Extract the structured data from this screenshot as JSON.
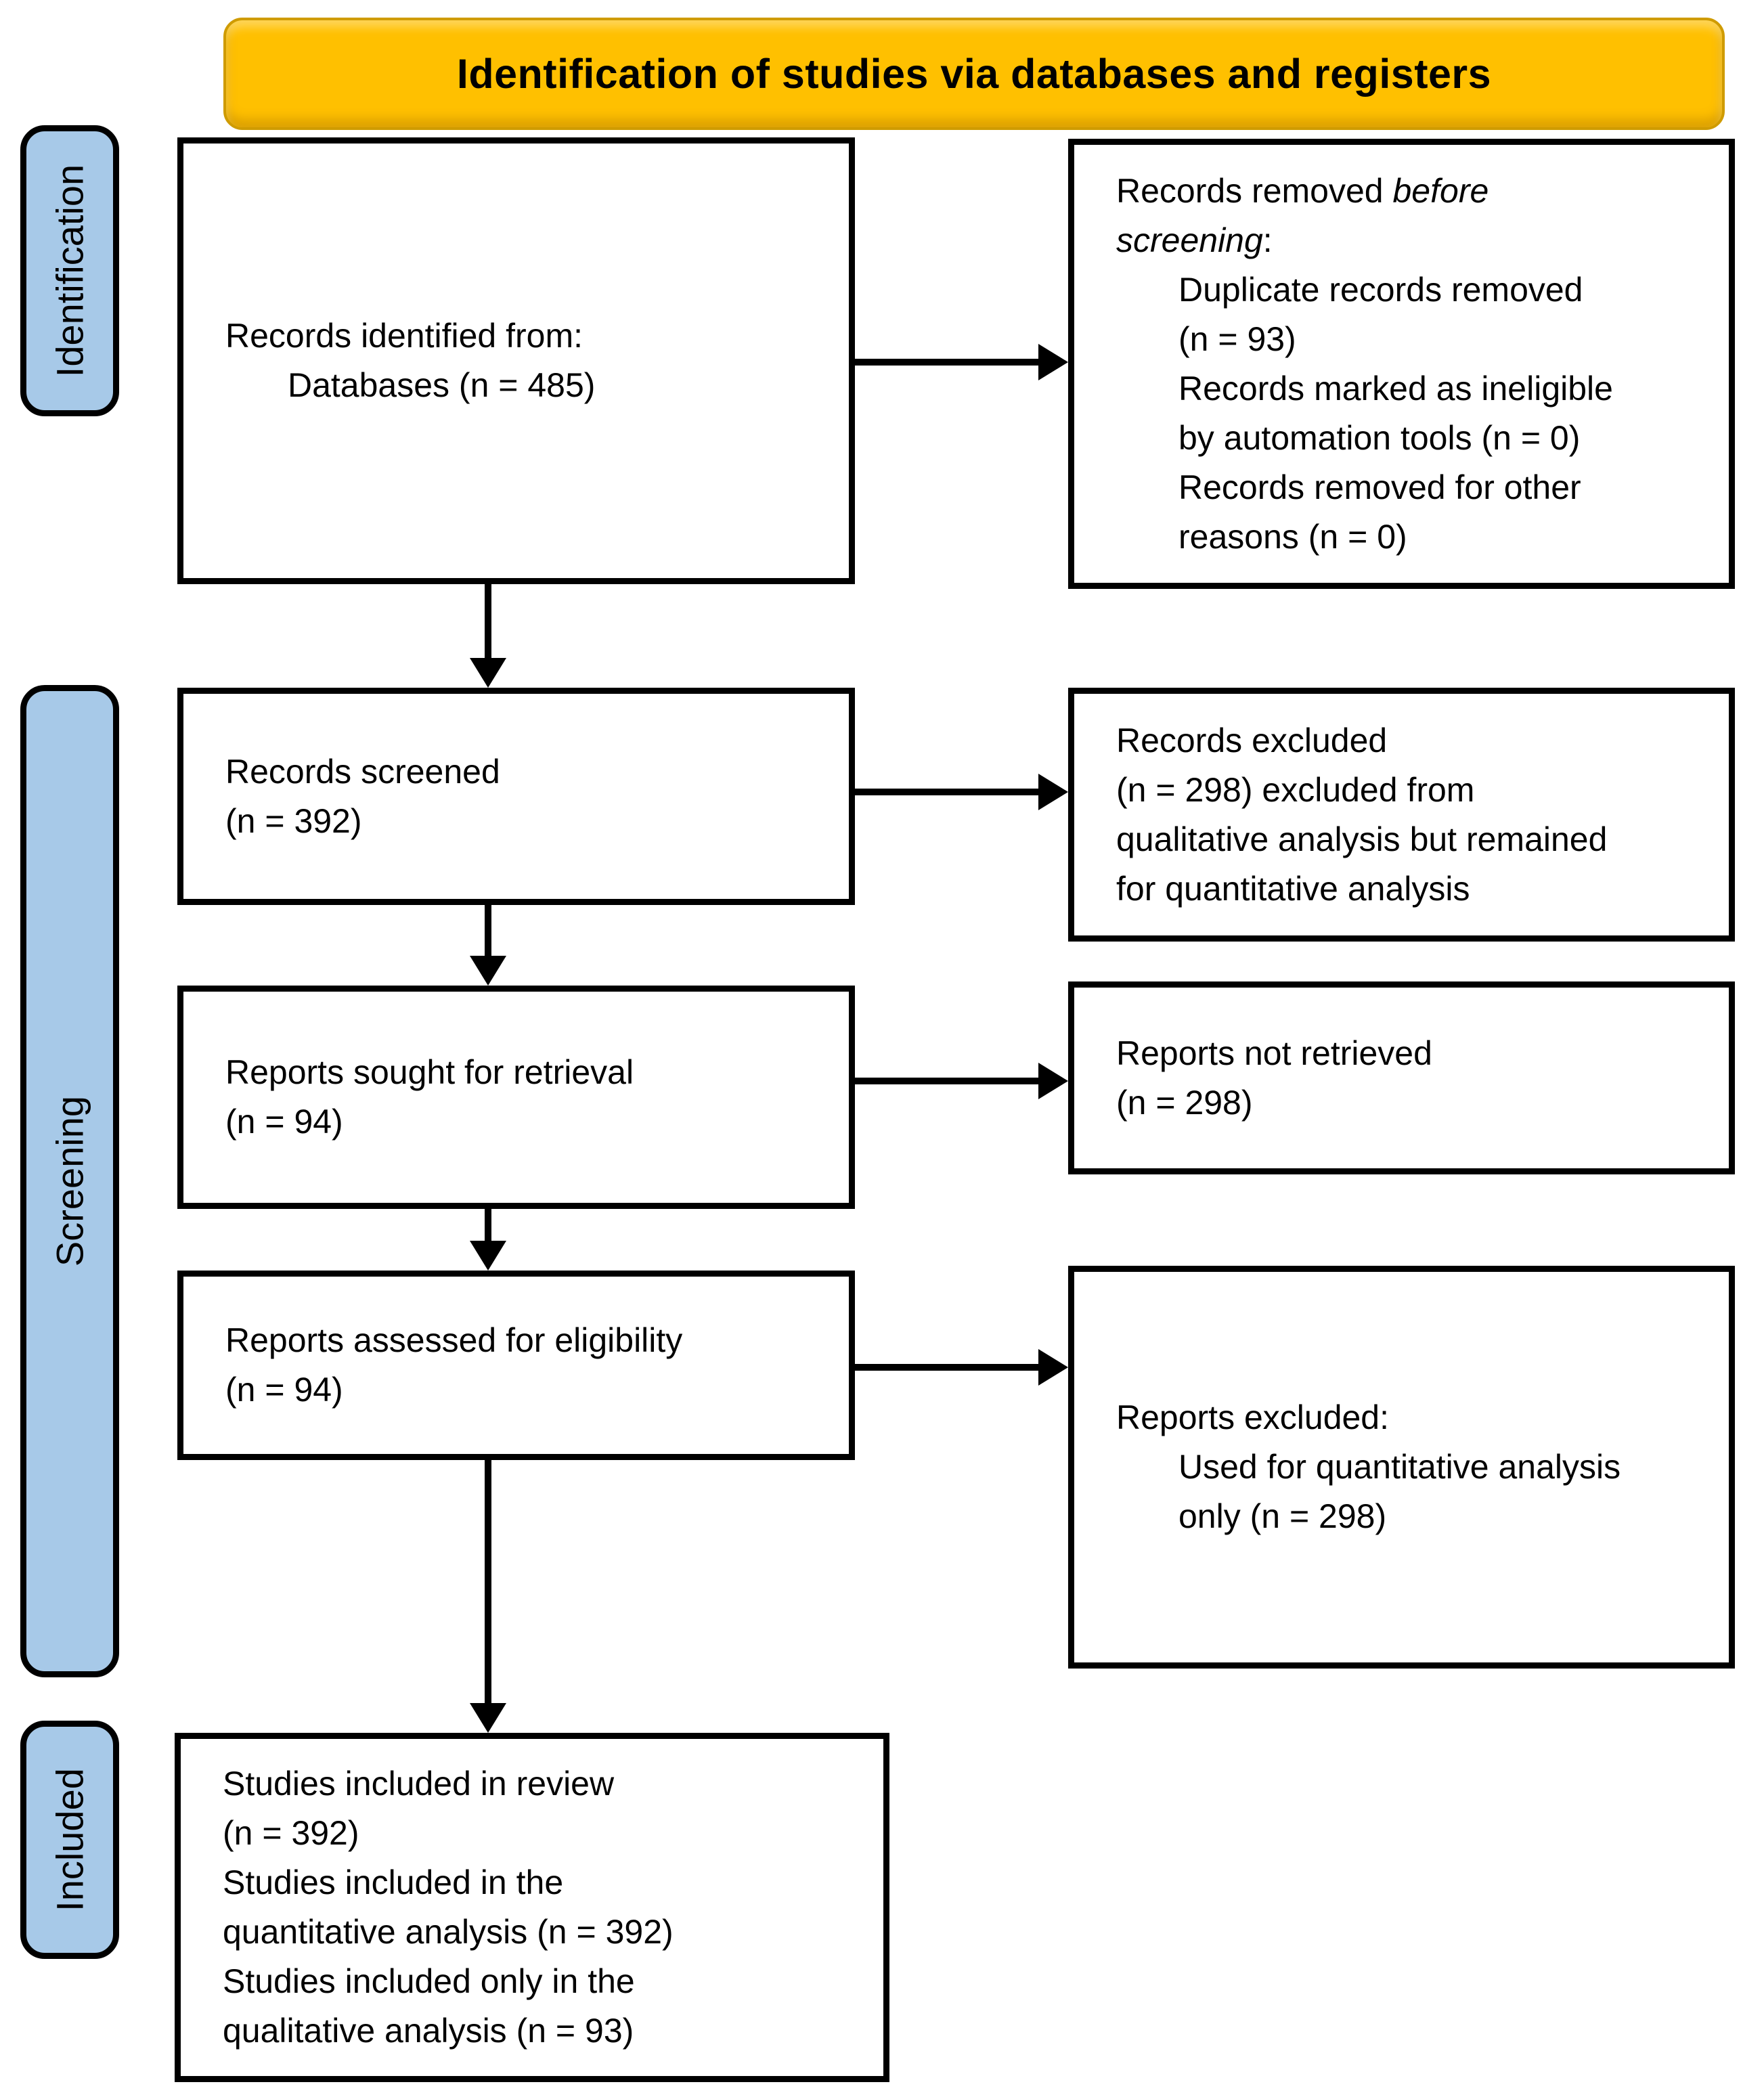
{
  "header": {
    "title": "Identification of studies via databases and registers"
  },
  "stages": [
    {
      "label": "Identification"
    },
    {
      "label": "Screening"
    },
    {
      "label": "Included"
    }
  ],
  "boxes": {
    "records_identified": {
      "lines": [
        {
          "t": "Records identified from:"
        },
        {
          "t": "Databases (n = 485)",
          "indent": true
        }
      ]
    },
    "records_removed": {
      "lines": [
        {
          "parts": [
            {
              "t": "Records removed "
            },
            {
              "t": "before",
              "i": true
            }
          ]
        },
        {
          "parts": [
            {
              "t": "screening",
              "i": true
            },
            {
              "t": ":"
            }
          ]
        },
        {
          "t": "Duplicate records removed",
          "indent": true
        },
        {
          "t": "(n = 93)",
          "indent": true
        },
        {
          "t": "Records marked as ineligible",
          "indent": true
        },
        {
          "t": "by automation tools (n = 0)",
          "indent": true
        },
        {
          "t": "Records removed for other",
          "indent": true
        },
        {
          "t": "reasons (n = 0)",
          "indent": true
        }
      ]
    },
    "records_screened": {
      "lines": [
        {
          "t": "Records screened"
        },
        {
          "t": "(n = 392)"
        }
      ]
    },
    "records_excluded": {
      "lines": [
        {
          "t": "Records excluded"
        },
        {
          "t": "(n = 298) excluded from"
        },
        {
          "t": "qualitative analysis but remained"
        },
        {
          "t": "for quantitative analysis"
        }
      ]
    },
    "reports_sought": {
      "lines": [
        {
          "t": "Reports sought for retrieval"
        },
        {
          "t": "(n = 94)"
        }
      ]
    },
    "reports_not_retrieved": {
      "lines": [
        {
          "t": "Reports not retrieved"
        },
        {
          "t": "(n = 298)"
        }
      ]
    },
    "reports_assessed": {
      "lines": [
        {
          "t": "Reports assessed for eligibility"
        },
        {
          "t": "(n = 94)"
        }
      ]
    },
    "reports_excluded": {
      "lines": [
        {
          "t": "Reports excluded:"
        },
        {
          "t": "Used for quantitative analysis",
          "indent": true
        },
        {
          "t": "only (n = 298)",
          "indent": true
        }
      ]
    },
    "studies_included": {
      "lines": [
        {
          "t": "Studies included in review"
        },
        {
          "t": "(n = 392)"
        },
        {
          "t": "Studies included in the"
        },
        {
          "t": "quantitative analysis (n = 392)"
        },
        {
          "t": "Studies included only in the"
        },
        {
          "t": "qualitative analysis (n = 93)"
        }
      ]
    }
  },
  "colors": {
    "banner": "#FFC000",
    "stage_fill": "#A7C9E8",
    "line": "#000000"
  }
}
